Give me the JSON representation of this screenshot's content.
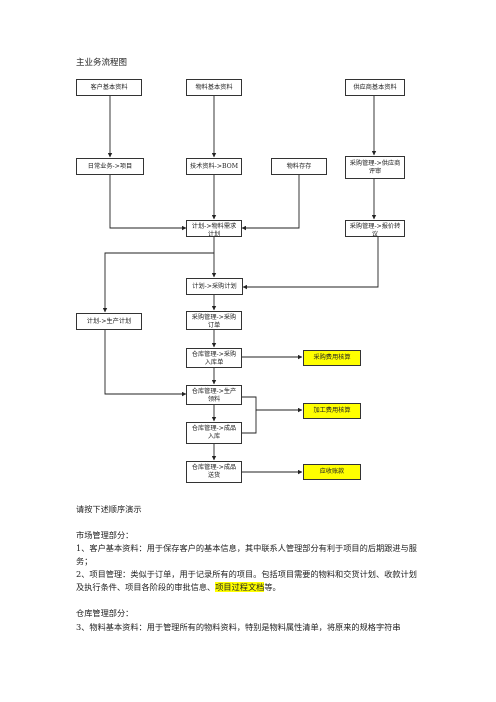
{
  "title": "主业务流程图",
  "nodes": {
    "customer_basic": "客户基本资料",
    "material_basic": "物料基本资料",
    "supplier_basic": "供应商基本资料",
    "daily_project": "日常业务->项目",
    "tech_bom": "技术资料->BOM",
    "material_stock": "物料存存",
    "purchase_supplier_review": "采购管理->供应商评审",
    "plan_material_demand": "计划->物料需求计划",
    "purchase_quote_review": "采购管理->报价转议",
    "plan_purchase": "计划->采购计划",
    "plan_production": "计划->生产计划",
    "purchase_order": "采购管理->采购订单",
    "warehouse_purchase_in": "仓库管理->采购入库单",
    "purchase_cost_check": "采购费用核算",
    "warehouse_production_issue": "仓库管理->生产领料",
    "processing_cost_check": "加工费用核算",
    "warehouse_finished_in": "仓库管理->成品入库",
    "warehouse_finished_out": "仓库管理->成品送货",
    "receivable_reconcile": "应收账款"
  },
  "intro": "请按下述顺序演示",
  "sections": [
    {
      "heading": "市场管理部分：",
      "items": [
        {
          "text": "1、客户基本资料：用于保存客户的基本信息，其中联系人管理部分有利于项目的后期跟进与服务；"
        },
        {
          "before": "2、项目管理：类似于订单，用于记录所有的项目。包括项目需要的物料和交货计划、收款计划及执行条件、项目各阶段的审批信息、",
          "highlight": "项目过程文档",
          "after": "等。"
        }
      ]
    },
    {
      "heading": "仓库管理部分：",
      "items": [
        {
          "text": "3、物料基本资料：用于管理所有的物料资料，特别是物料属性清单，将原来的规格字符串"
        }
      ]
    }
  ]
}
